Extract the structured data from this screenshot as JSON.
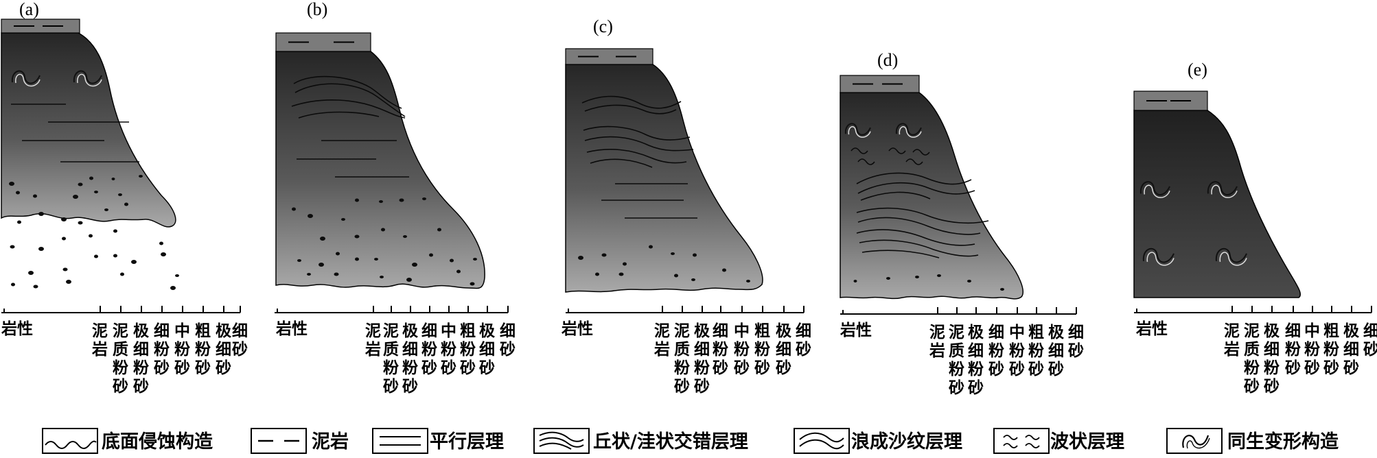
{
  "panels": [
    {
      "label": "(a)",
      "lithology_label": "岩性"
    },
    {
      "label": "(b)",
      "lithology_label": "岩性"
    },
    {
      "label": "(c)",
      "lithology_label": "岩性"
    },
    {
      "label": "(d)",
      "lithology_label": "岩性"
    },
    {
      "label": "(e)",
      "lithology_label": "岩性"
    }
  ],
  "grain_size_classes": [
    "泥岩",
    "泥质粉砂",
    "极细粉砂",
    "细粉砂",
    "中粉砂",
    "粗粉砂",
    "极细砂",
    "细砂"
  ],
  "legend": [
    {
      "icon": "erosion-base-icon",
      "label": "底面侵蚀构造"
    },
    {
      "icon": "mudstone-icon",
      "label": "泥岩"
    },
    {
      "icon": "parallel-bedding-icon",
      "label": "平行层理"
    },
    {
      "icon": "hummocky-swaley-icon",
      "label": "丘状/洼状交错层理"
    },
    {
      "icon": "wave-ripple-icon",
      "label": "浪成沙纹层理"
    },
    {
      "icon": "wavy-bedding-icon",
      "label": "波状层理"
    },
    {
      "icon": "syn-deformation-icon",
      "label": "同生变形构造"
    }
  ],
  "colors": {
    "fill_top": "#2a2a2a",
    "fill_bottom": "#a8a8a8",
    "cap": "#7a7a7a",
    "panel_e": "#2f2f2f"
  }
}
